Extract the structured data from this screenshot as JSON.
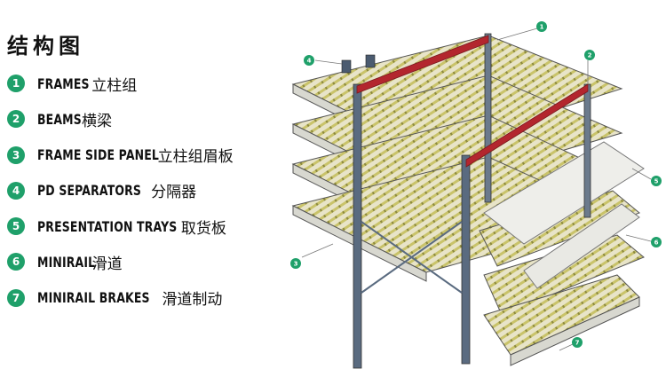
{
  "title": "结构图",
  "accent_color": "#1fa06a",
  "legend": [
    {
      "num": "1",
      "en": "FRAMES",
      "zh": "立柱组"
    },
    {
      "num": "2",
      "en": "BEAMS",
      "zh": "横梁"
    },
    {
      "num": "3",
      "en": "FRAME SIDE PANEL",
      "zh": "立柱组眉板"
    },
    {
      "num": "4",
      "en": "PD SEPARATORS",
      "zh": "分隔器"
    },
    {
      "num": "5",
      "en": "PRESENTATION TRAYS",
      "zh": "取货板"
    },
    {
      "num": "6",
      "en": "MINIRAIL",
      "zh": "滑道"
    },
    {
      "num": "7",
      "en": "MINIRAIL BRAKES",
      "zh": "滑道制动"
    }
  ],
  "callouts": [
    "1",
    "2",
    "3",
    "4",
    "5",
    "6",
    "7"
  ]
}
